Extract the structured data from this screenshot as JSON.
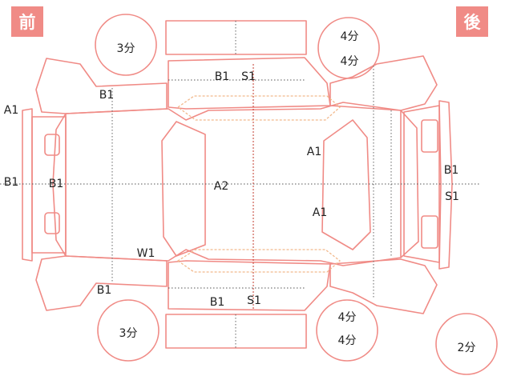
{
  "badges": {
    "front": "前",
    "rear": "後"
  },
  "colors": {
    "outline": "#f08b86",
    "badge": "#f08b86",
    "glass_trim": "#f2b98c",
    "text": "#222222"
  },
  "tires": {
    "front_left": "3分",
    "front_right": "3分",
    "rear_left": [
      "4分",
      "4分"
    ],
    "rear_right": [
      "4分",
      "4分"
    ],
    "spare": "2分"
  },
  "damage_codes": {
    "front_bumper_corner": "A1",
    "front_bumper_center": "B1",
    "hood_front": "B1",
    "front_fender_top": "B1",
    "front_fender_bottom": "B1",
    "roof_top_panel": "B1",
    "roof_top_panel_side": "S1",
    "roof_center": "A2",
    "rear_glass_upper": "A1",
    "rear_glass_lower": "A1",
    "windshield_lower": "W1",
    "bottom_door_panel": "B1",
    "bottom_door_panel_side": "S1",
    "rear_bumper_top": "B1",
    "rear_bumper_side": "S1"
  }
}
